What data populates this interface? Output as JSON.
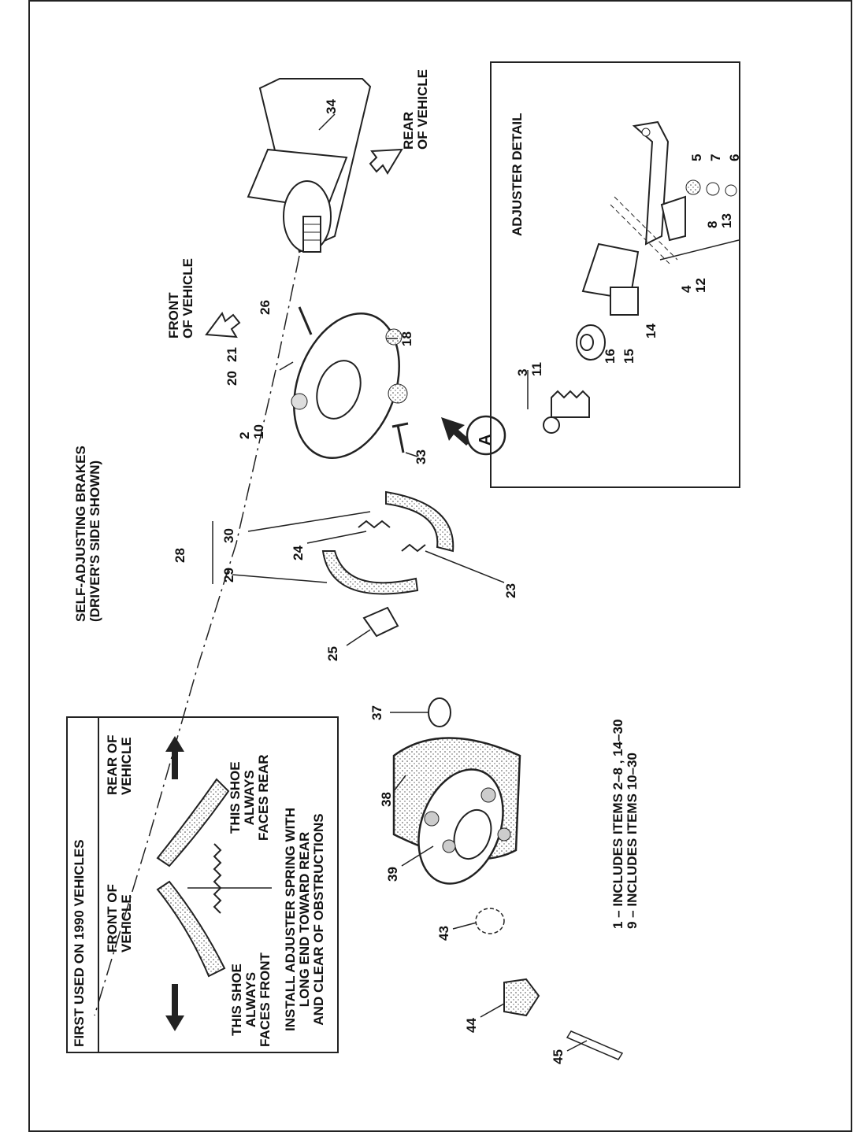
{
  "title": {
    "line1": "SELF-ADJUSTING BRAKES",
    "line2": "(DRIVER'S SIDE SHOWN)"
  },
  "directions": {
    "front": {
      "line1": "FRONT",
      "line2": "OF VEHICLE"
    },
    "rear": {
      "line1": "REAR",
      "line2": "OF VEHICLE"
    }
  },
  "adjuster_detail": {
    "title": "ADJUSTER DETAIL",
    "callout": "A"
  },
  "inset": {
    "heading": "FIRST USED ON 1990 VEHICLES",
    "front_label": {
      "line1": "FRONT OF",
      "line2": "VEHICLE"
    },
    "rear_label": {
      "line1": "REAR OF",
      "line2": "VEHICLE"
    },
    "front_shoe": {
      "line1": "THIS SHOE",
      "line2": "ALWAYS",
      "line3": "FACES FRONT"
    },
    "rear_shoe": {
      "line1": "THIS SHOE",
      "line2": "ALWAYS",
      "line3": "FACES REAR"
    },
    "instruction": {
      "line1": "INSTALL ADJUSTER SPRING WITH",
      "line2": "LONG END TOWARD REAR",
      "line3": "AND CLEAR OF OBSTRUCTIONS"
    }
  },
  "notes": {
    "line1": "1 – INCLUDES ITEMS 2–8 , 14–30",
    "line2": "9 – INCLUDES ITEMS 10–30"
  },
  "part_numbers": {
    "p2": "2",
    "p10": "10",
    "p18": "18",
    "p20": "20",
    "p21": "21",
    "p23": "23",
    "p24": "24",
    "p25": "25",
    "p26": "26",
    "p28": "28",
    "p29": "29",
    "p30": "30",
    "p33": "33",
    "p34": "34",
    "p37": "37",
    "p38": "38",
    "p39": "39",
    "p43": "43",
    "p44": "44",
    "p45": "45",
    "d3": "3",
    "d11": "11",
    "d4": "4",
    "d12": "12",
    "d5": "5",
    "d6": "6",
    "d7": "7",
    "d8": "8",
    "d13": "13",
    "d14": "14",
    "d15": "15",
    "d16": "16"
  }
}
